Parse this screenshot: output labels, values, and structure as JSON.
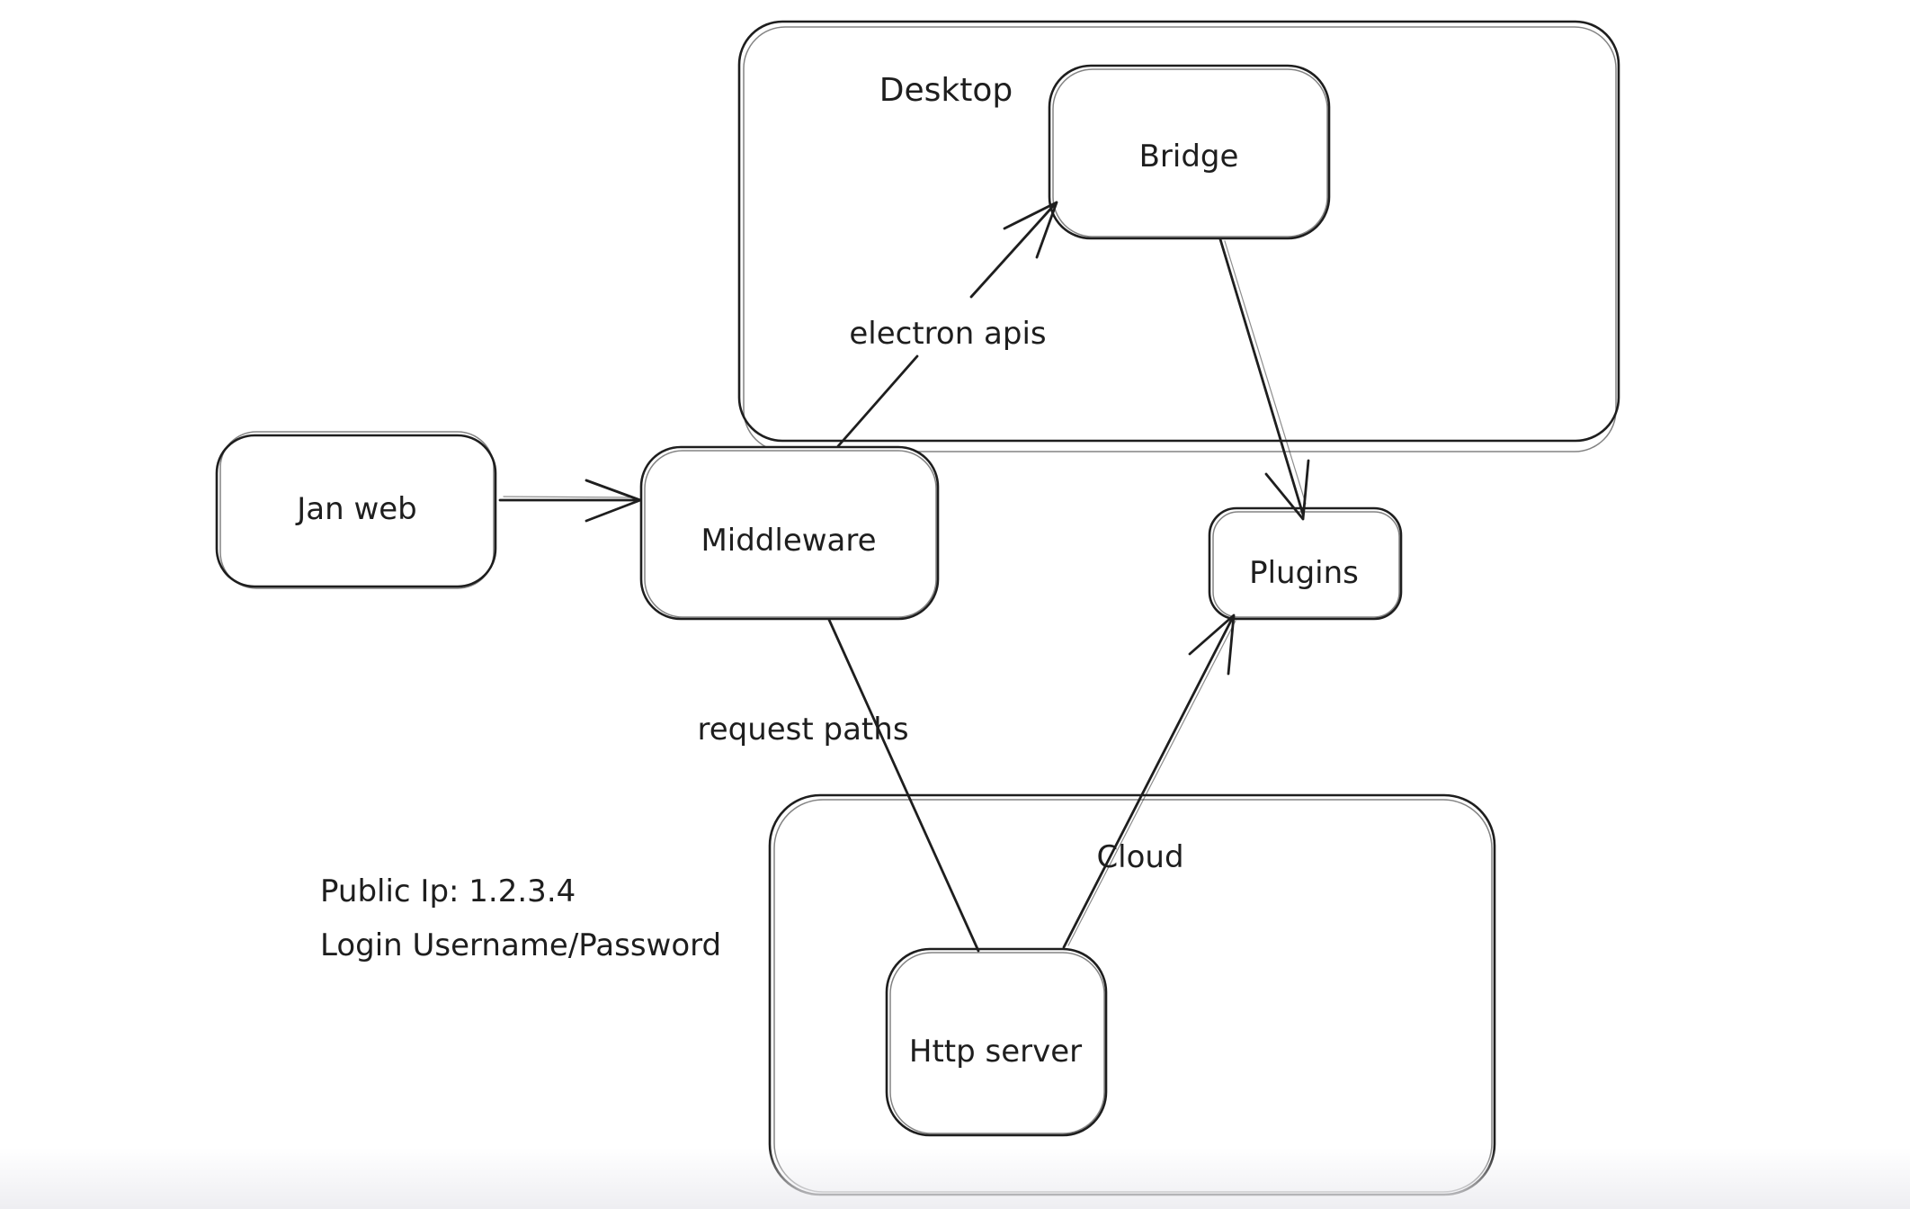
{
  "canvas": {
    "background": "#ffffff",
    "stroke_color": "#1e1e1e",
    "bottom_fade_color": "#ededf1"
  },
  "containers": [
    {
      "id": "desktop",
      "label": "Desktop"
    },
    {
      "id": "cloud",
      "label": "Cloud"
    }
  ],
  "nodes": [
    {
      "id": "jan-web",
      "label": "Jan web"
    },
    {
      "id": "middleware",
      "label": "Middleware"
    },
    {
      "id": "bridge",
      "label": "Bridge"
    },
    {
      "id": "plugins",
      "label": "Plugins"
    },
    {
      "id": "http-server",
      "label": "Http server"
    }
  ],
  "edges": [
    {
      "id": "jan-web-to-middleware",
      "from": "jan-web",
      "to": "middleware",
      "label": ""
    },
    {
      "id": "middleware-to-bridge",
      "from": "middleware",
      "to": "bridge",
      "label": "electron apis"
    },
    {
      "id": "bridge-to-plugins",
      "from": "bridge",
      "to": "plugins",
      "label": ""
    },
    {
      "id": "middleware-to-http-server",
      "from": "middleware",
      "to": "http-server",
      "label": "request paths"
    },
    {
      "id": "http-server-to-plugins",
      "from": "http-server",
      "to": "plugins",
      "label": ""
    }
  ],
  "notes": {
    "public_ip": "Public Ip: 1.2.3.4",
    "login": "Login Username/Password"
  }
}
